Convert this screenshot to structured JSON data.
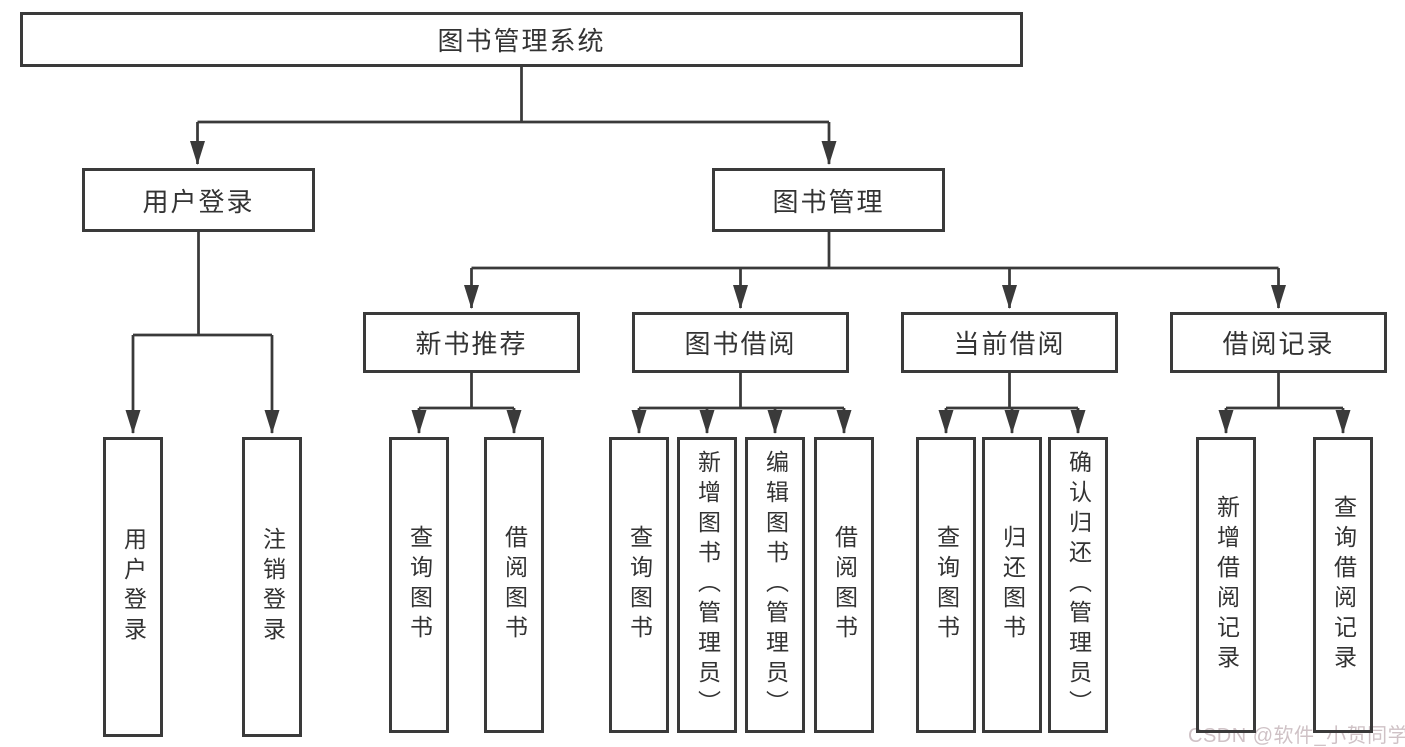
{
  "tree": {
    "root": "图书管理系统",
    "children": [
      {
        "label": "用户登录",
        "children": [
          "用户登录",
          "注销登录"
        ]
      },
      {
        "label": "图书管理",
        "children": [
          {
            "label": "新书推荐",
            "children": [
              "查询图书",
              "借阅图书"
            ]
          },
          {
            "label": "图书借阅",
            "children": [
              "查询图书",
              "新增图书（管理员）",
              "编辑图书（管理员）",
              "借阅图书"
            ]
          },
          {
            "label": "当前借阅",
            "children": [
              "查询图书",
              "归还图书",
              "确认归还（管理员）"
            ]
          },
          {
            "label": "借阅记录",
            "children": [
              "新增借阅记录",
              "查询借阅记录"
            ]
          }
        ]
      }
    ]
  },
  "watermark": "CSDN @软件_小贺同学",
  "colors": {
    "line": "#3a3a3a",
    "box_border": "#3a3a3a",
    "text": "#333333",
    "background": "#ffffff",
    "watermark": "#cfc2c6"
  }
}
